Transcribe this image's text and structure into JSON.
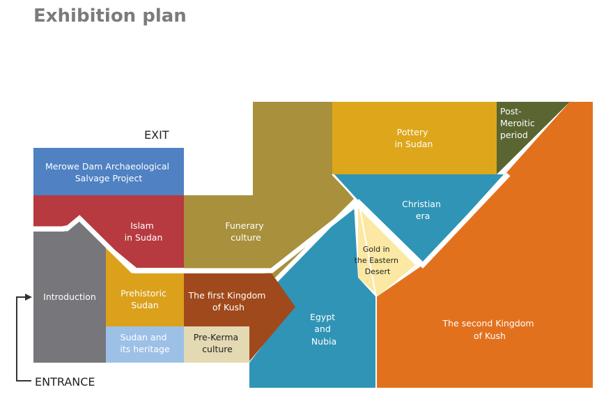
{
  "title": "Exhibition plan",
  "exit": "EXIT",
  "entrance": "ENTRANCE",
  "rooms": {
    "merowe": [
      "Merowe Dam Archaeological",
      "Salvage Project"
    ],
    "islam": [
      "Islam",
      "in Sudan"
    ],
    "funerary": [
      "Funerary",
      "culture"
    ],
    "pottery": [
      "Pottery",
      "in Sudan"
    ],
    "postmeroitic": [
      "Post-",
      "Meroitic",
      "period"
    ],
    "christian": [
      "Christian",
      "era"
    ],
    "gold": [
      "Gold in",
      "the Eastern",
      "Desert"
    ],
    "introduction": [
      "Introduction"
    ],
    "prehistoric": [
      "Prehistoric",
      "Sudan"
    ],
    "heritage": [
      "Sudan and",
      "its heritage"
    ],
    "firstkingdom": [
      "The first Kingdom",
      "of Kush"
    ],
    "prekerma": [
      "Pre-Kerma",
      "culture"
    ],
    "egypt": [
      "Egypt",
      "and",
      "Nubia"
    ],
    "secondkingdom": [
      "The second Kingdom",
      "of Kush"
    ]
  },
  "colors": {
    "merowe": "#4f81c3",
    "islam": "#b63a3f",
    "funerary": "#a8903c",
    "pottery": "#dea61a",
    "postmeroitic": "#5a6531",
    "christian": "#2f94b6",
    "gold": "#fbe8a3",
    "introduction": "#77777b",
    "prehistoric": "#dba11b",
    "heritage": "#9dc0e6",
    "firstkingdom": "#a0491c",
    "prekerma": "#e3d9b2",
    "egypt": "#2f94b6",
    "secondkingdom": "#e2711e"
  }
}
